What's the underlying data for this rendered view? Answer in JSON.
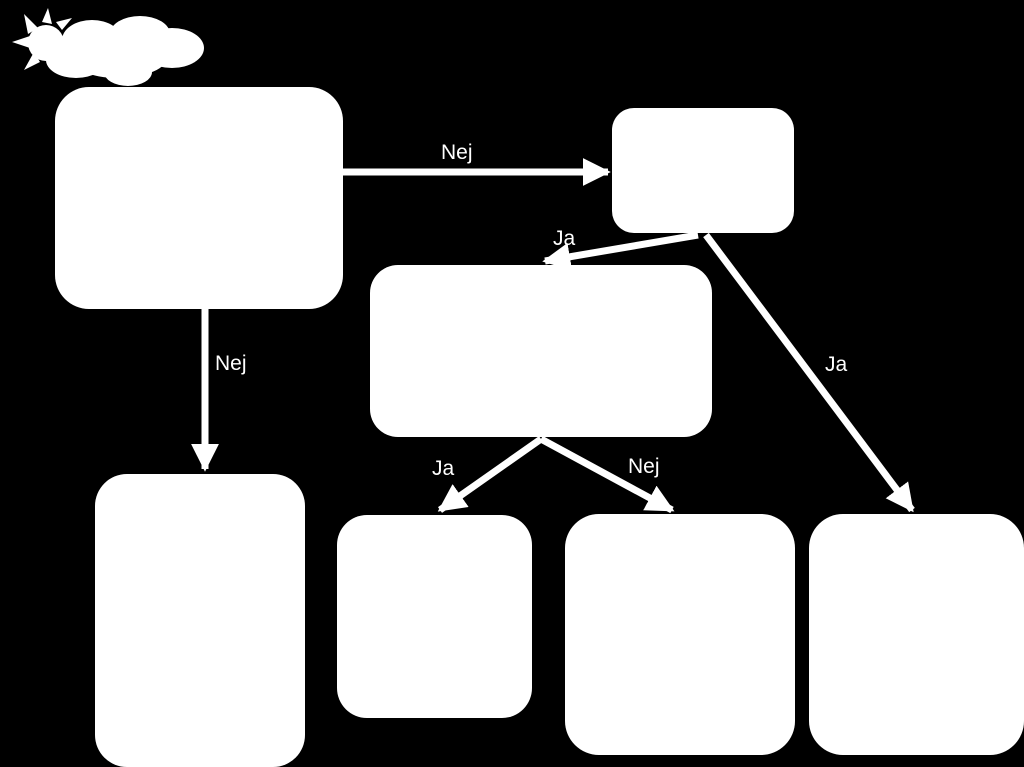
{
  "diagram": {
    "background": "#000000",
    "foreground": "#ffffff",
    "icon": "sun-behind-cloud-icon",
    "edges": [
      {
        "label": "Nej"
      },
      {
        "label": "Ja"
      },
      {
        "label": "Ja"
      },
      {
        "label": "Nej"
      },
      {
        "label": "Ja"
      },
      {
        "label": "Nej"
      }
    ]
  }
}
